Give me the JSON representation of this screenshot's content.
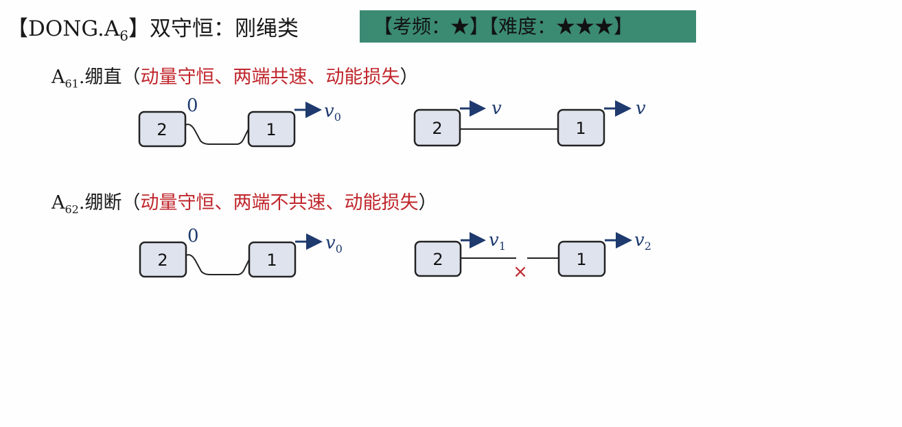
{
  "header": {
    "title_prefix": "【DONG.A",
    "title_sub": "6",
    "title_suffix": "】双守恒：刚绳类",
    "badge": "【考频：★】【难度：★★★】"
  },
  "sections": [
    {
      "label": "A",
      "sub": "61",
      "name": ".绷直（",
      "note": "动量守恒、两端共速、动能损失",
      "close": "）"
    },
    {
      "label": "A",
      "sub": "62",
      "name": ".绷断（",
      "note": "动量守恒、两端不共速、动能损失",
      "close": "）"
    }
  ],
  "diagrams": {
    "block_a": "2",
    "block_b": "1",
    "zero": "0",
    "v": "v",
    "v0_sub": "0",
    "v1_sub": "1",
    "v2_sub": "2",
    "break_mark": "×"
  },
  "colors": {
    "badge": "#3b8a72",
    "accent": "#c0262c",
    "arrow": "#1e3a6e"
  }
}
